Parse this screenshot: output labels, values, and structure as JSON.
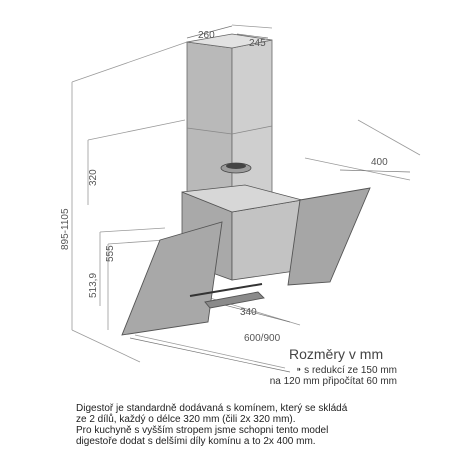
{
  "dimensions": {
    "top_width": "260",
    "top_depth": "245",
    "chimney_height": "320",
    "depth": "400",
    "total_height": "895-1105",
    "upper_height": "555",
    "lower_height": "513,9",
    "bottom_width": "340",
    "overall_width": "600/900"
  },
  "legend": {
    "title": "Rozměry v mm",
    "note_line1": "⁍ s redukcí ze 150 mm",
    "note_line2": "na 120 mm připočítat 60 mm"
  },
  "description": {
    "line1": "Digestoř je standardně dodávaná s komínem, který se skládá",
    "line2": "ze 2 dílů, každý o délce 320 mm (čili 2x 320 mm).",
    "line3": "Pro kuchyně s vyšším stropem jsme schopni tento model",
    "line4": "digestoře dodat s delšími díly komínu a to 2x 400 mm."
  }
}
